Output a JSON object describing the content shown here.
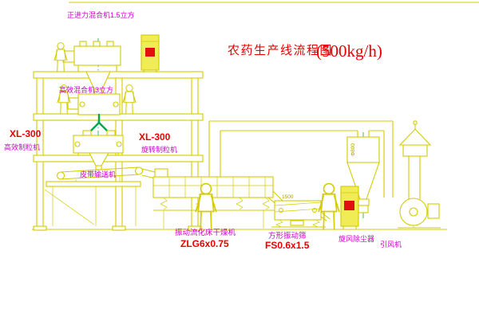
{
  "title": {
    "name": "农药生产线流程图",
    "capacity": "(500kg/h)"
  },
  "equipment_labels": {
    "top_mixer": "正进力混合机1.5立方",
    "floor_mixer": "高效混合机3立方",
    "granulator_left_model": "XL-300",
    "granulator_left_name": "高效制粒机",
    "granulator_right_model": "XL-300",
    "granulator_right_name": "旋转制粒机",
    "belt_conveyor": "皮带输送机",
    "fluid_bed_dryer": "振动流化床干燥机",
    "fluid_bed_dryer_model": "ZLG6x0.75",
    "vibrating_screen": "方形振动筛",
    "vibrating_screen_model": "FS0.6x1.5",
    "cyclone": "旋风除尘器",
    "induced_draft_fan": "引风机"
  },
  "dimensions": {
    "cyclone_diameter": "Φ800",
    "screen_length": "1500"
  },
  "colors": {
    "background": "#ffffff",
    "line-yellow": "#d2cc00",
    "cabinet-yellow": "#f0ec55",
    "line-green": "#00a84f",
    "text-magenta": "#cc00cc",
    "text-red": "#e80000",
    "panel-red": "#e01010",
    "dim-olive": "#a8a000"
  }
}
